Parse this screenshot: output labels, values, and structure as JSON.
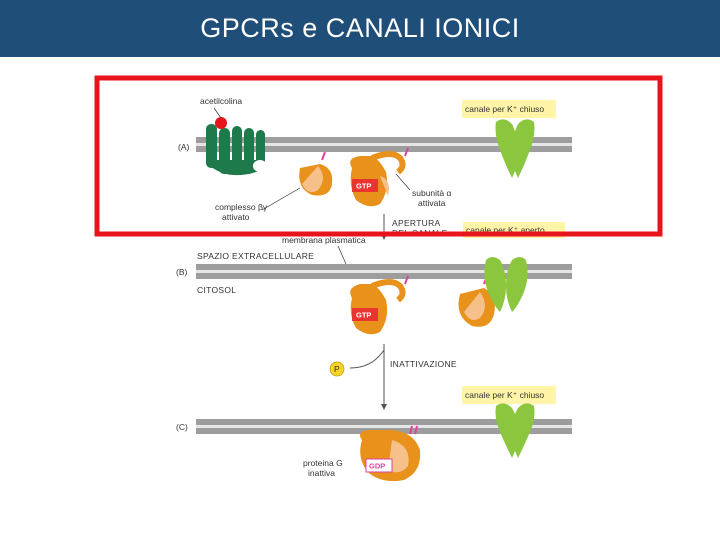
{
  "title": "GPCRs e CANALI IONICI",
  "diagram": {
    "panel_a_label": "(A)",
    "panel_b_label": "(B)",
    "panel_c_label": "(C)",
    "acetylcholine_label": "acetilcolina",
    "channel_closed_label": "canale per K⁺ chiuso",
    "channel_open_label": "canale per K⁺ aperto",
    "channel_closed_label_c": "canale per K⁺ chiuso",
    "beta_gamma_line1": "complesso βγ",
    "beta_gamma_line2": "attivato",
    "alpha_line1": "subunità α",
    "alpha_line2": "attivata",
    "gtp_label_a": "GTP",
    "gtp_label_b": "GTP",
    "gdp_label": "GDP",
    "opening_line1": "APERTURA",
    "opening_line2": "DEL CANALE",
    "membrane_label": "membrana plasmatica",
    "extracellular_label": "SPAZIO EXTRACELLULARE",
    "cytosol_label": "CITOSOL",
    "inactivation_label": "INATTIVAZIONE",
    "phosphate_label": "P",
    "gprotein_line1": "proteina G",
    "gprotein_line2": "inattiva"
  },
  "colors": {
    "title_bar": "#1f4e79",
    "highlight_box": "#e8141b",
    "receptor": "#1e7a4a",
    "g_protein": "#e8921c",
    "channel": "#8cc63f",
    "gtp_tag": "#e83530",
    "label_box": "#fff4a8",
    "phosphate": "#f6d324",
    "membrane": "#9d9d9d"
  }
}
